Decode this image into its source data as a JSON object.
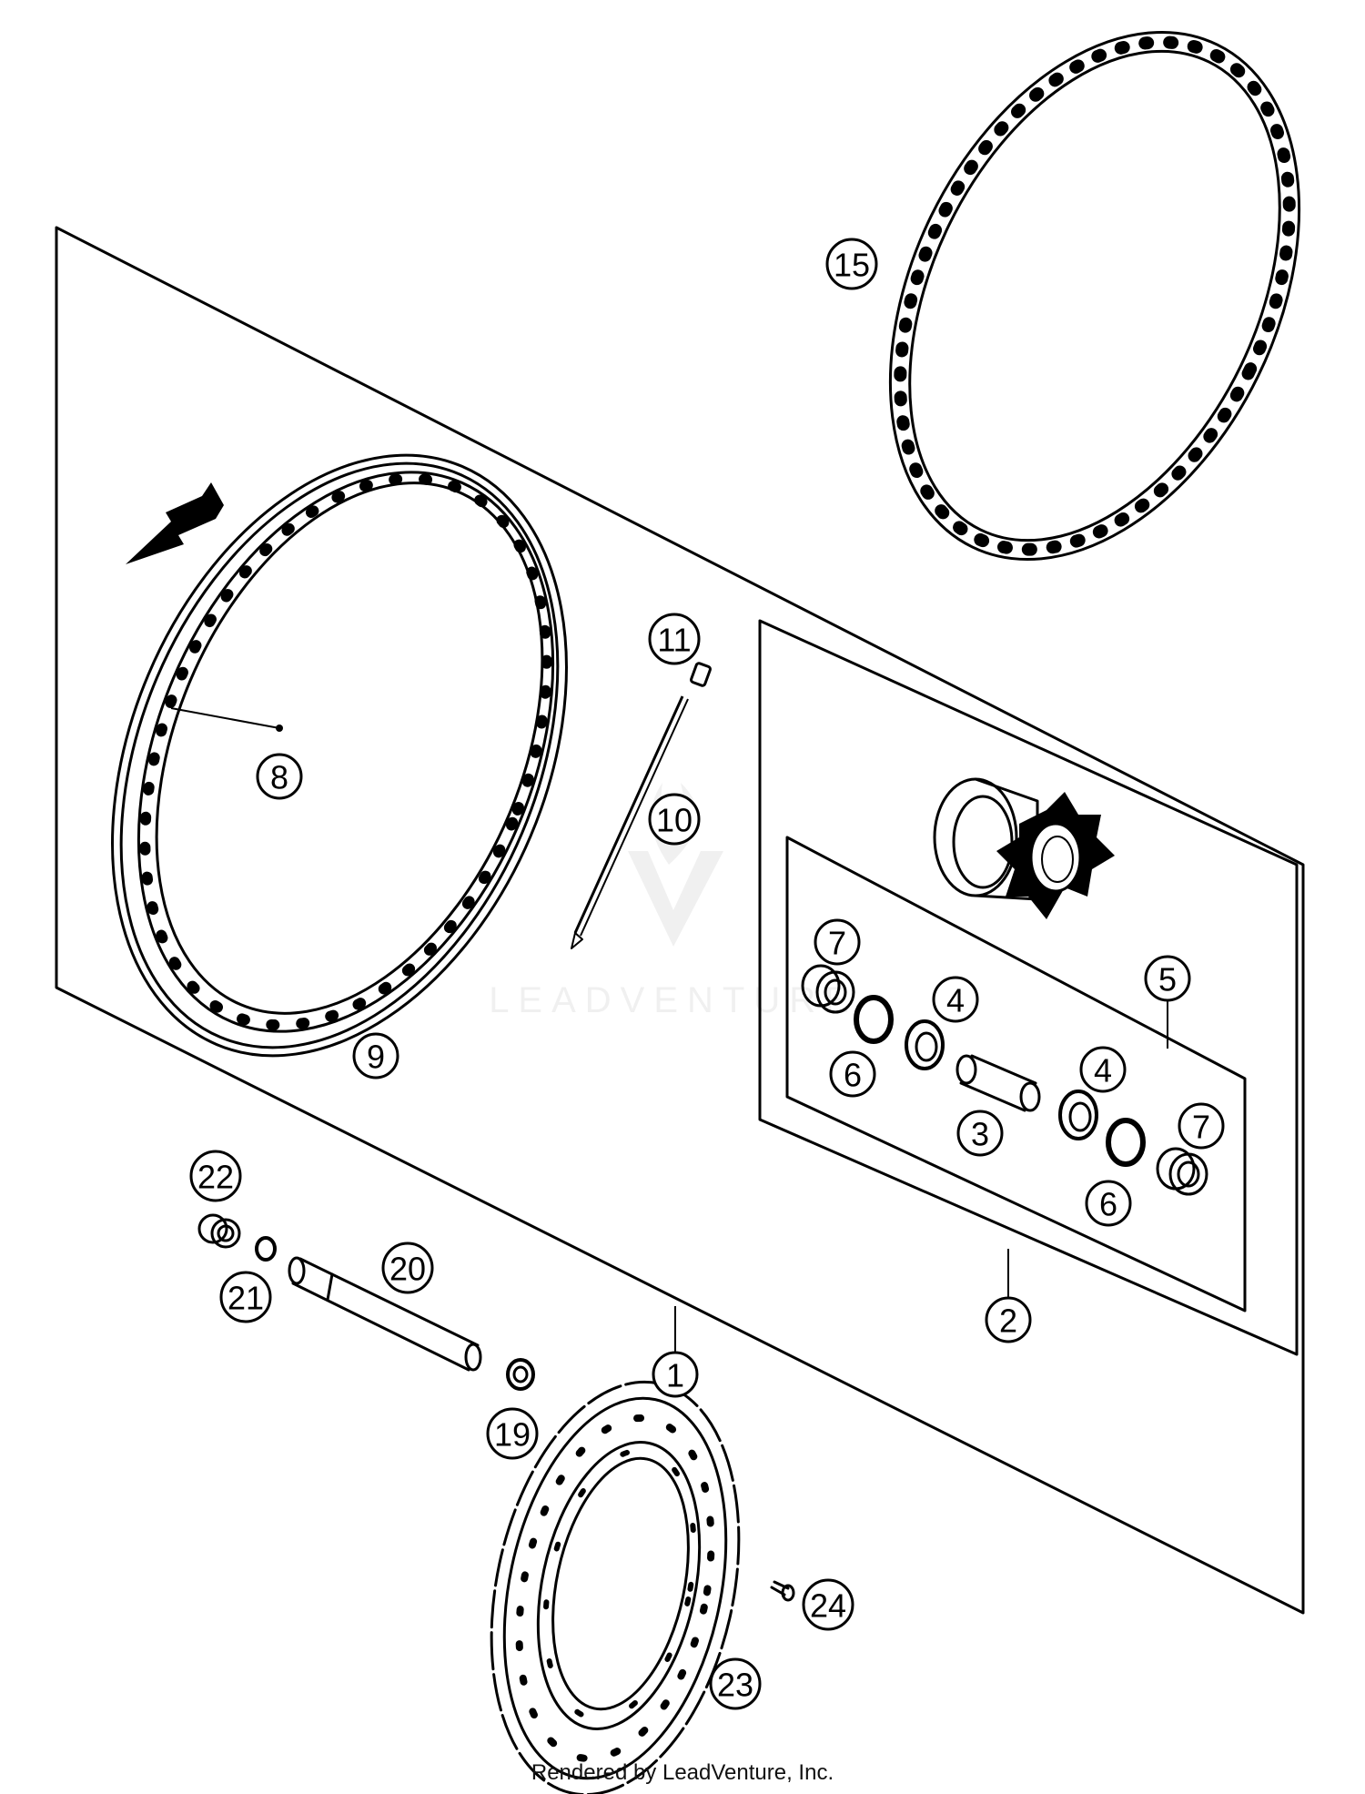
{
  "callouts": [
    {
      "id": "callout-1",
      "label": "1"
    },
    {
      "id": "callout-2",
      "label": "2"
    },
    {
      "id": "callout-3",
      "label": "3"
    },
    {
      "id": "callout-4a",
      "label": "4"
    },
    {
      "id": "callout-4b",
      "label": "4"
    },
    {
      "id": "callout-5",
      "label": "5"
    },
    {
      "id": "callout-6a",
      "label": "6"
    },
    {
      "id": "callout-6b",
      "label": "6"
    },
    {
      "id": "callout-7a",
      "label": "7"
    },
    {
      "id": "callout-7b",
      "label": "7"
    },
    {
      "id": "callout-8",
      "label": "8"
    },
    {
      "id": "callout-9",
      "label": "9"
    },
    {
      "id": "callout-10",
      "label": "10"
    },
    {
      "id": "callout-11",
      "label": "11"
    },
    {
      "id": "callout-15",
      "label": "15"
    },
    {
      "id": "callout-19",
      "label": "19"
    },
    {
      "id": "callout-20",
      "label": "20"
    },
    {
      "id": "callout-21",
      "label": "21"
    },
    {
      "id": "callout-22",
      "label": "22"
    },
    {
      "id": "callout-23",
      "label": "23"
    },
    {
      "id": "callout-24",
      "label": "24"
    }
  ],
  "watermark": "LEADVENTURE",
  "footer": "Rendered by LeadVenture, Inc."
}
